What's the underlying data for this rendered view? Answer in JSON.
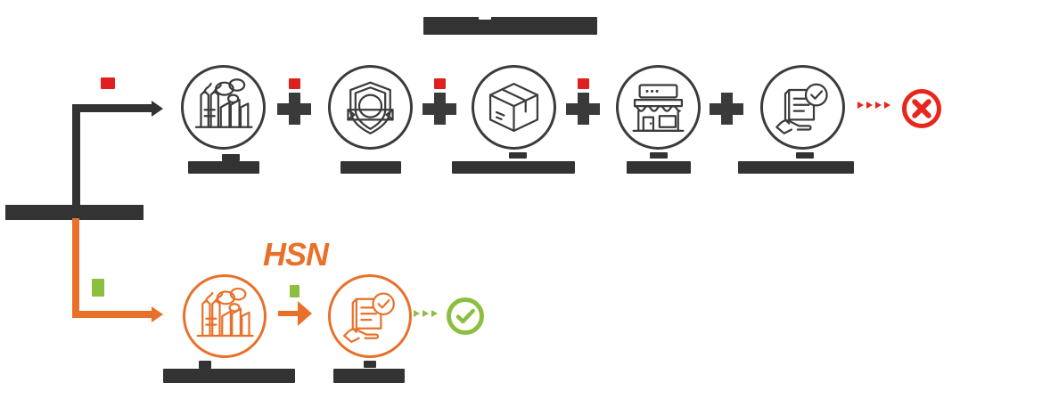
{
  "diagram": {
    "title": {
      "text": "",
      "redacted": true,
      "width": 195,
      "height": 22
    },
    "brand": {
      "label": "HSN",
      "color": "#e8712a"
    },
    "colors": {
      "dark": "#333333",
      "orange": "#e8712a",
      "red": "#e8261c",
      "green": "#8cbf3f",
      "white": "#ffffff"
    },
    "branches": [
      {
        "id": "conventional-flow",
        "accent": "#333333",
        "marker": {
          "redacted": true,
          "color": "#e01f1f",
          "width": 16,
          "height": 13
        },
        "outcome": {
          "icon": "circle-x-icon",
          "color": "#e8261c",
          "meaning": "rejected"
        },
        "outcome_arrow": {
          "style": "dashed",
          "color": "#e8261c",
          "segments": 4
        },
        "steps": [
          {
            "icon": "factory-icon",
            "label": {
              "redacted": true,
              "bars": [
                {
                  "w": 88,
                  "h": 14,
                  "x": 8
                },
                {
                  "w": 20,
                  "h": 8,
                  "x": 46,
                  "top": true
                }
              ]
            },
            "marker": {
              "redacted": true,
              "color": "#e01f1f"
            }
          },
          {
            "icon": "certificate-badge-icon",
            "label": {
              "redacted": true,
              "bars": [
                {
                  "w": 68,
                  "h": 14,
                  "x": 16
                }
              ]
            },
            "marker": {
              "redacted": true,
              "color": "#e01f1f"
            }
          },
          {
            "icon": "package-box-icon",
            "label": {
              "redacted": true,
              "bars": [
                {
                  "w": 136,
                  "h": 14,
                  "x": -12
                }
              ]
            },
            "marker": {
              "redacted": true,
              "color": "#e01f1f"
            }
          },
          {
            "icon": "storefront-icon",
            "label": {
              "redacted": true,
              "bars": [
                {
                  "w": 72,
                  "h": 14,
                  "x": 12
                }
              ]
            },
            "marker": null
          },
          {
            "icon": "hand-document-check-icon",
            "label": {
              "redacted": true,
              "bars": [
                {
                  "w": 128,
                  "h": 14,
                  "x": -6
                }
              ]
            },
            "marker": null
          }
        ],
        "separator_icon": "plus-arrow-separator-icon"
      },
      {
        "id": "hsn-flow",
        "accent": "#e8712a",
        "marker": {
          "redacted": true,
          "color": "#8cbf3f",
          "width": 14,
          "height": 20
        },
        "outcome": {
          "icon": "circle-check-icon",
          "color": "#8cbf3f",
          "meaning": "approved"
        },
        "outcome_arrow": {
          "style": "dashed",
          "color": "#8cbf3f",
          "segments": 3
        },
        "steps": [
          {
            "icon": "factory-icon",
            "label": {
              "redacted": true,
              "bars": [
                {
                  "w": 146,
                  "h": 16,
                  "x": -22
                },
                {
                  "w": 14,
                  "h": 9,
                  "x": 18,
                  "top": true
                }
              ]
            },
            "marker": {
              "redacted": true,
              "color": "#8cbf3f"
            }
          },
          {
            "icon": "hand-document-check-icon",
            "label": {
              "redacted": true,
              "bars": [
                {
                  "w": 78,
                  "h": 16,
                  "x": 8
                }
              ]
            },
            "marker": null
          }
        ],
        "separator_icon": "arrow-right-icon"
      }
    ]
  }
}
